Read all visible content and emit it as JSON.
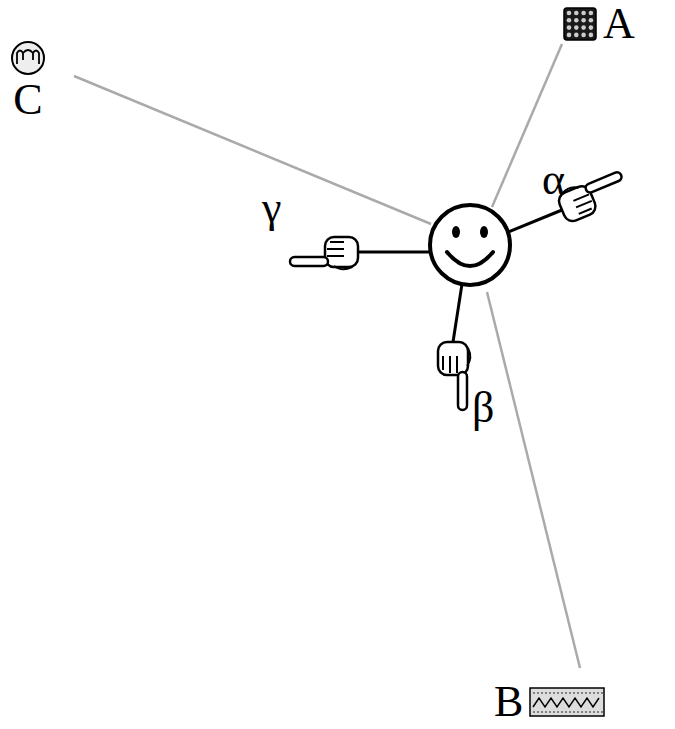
{
  "diagram": {
    "nodes": [
      {
        "text": [
          "A"
        ]
      },
      {
        "text": [
          "C"
        ]
      },
      {
        "text": [
          "B"
        ]
      }
    ],
    "labels": [
      "α",
      "β",
      "γ"
    ]
  }
}
